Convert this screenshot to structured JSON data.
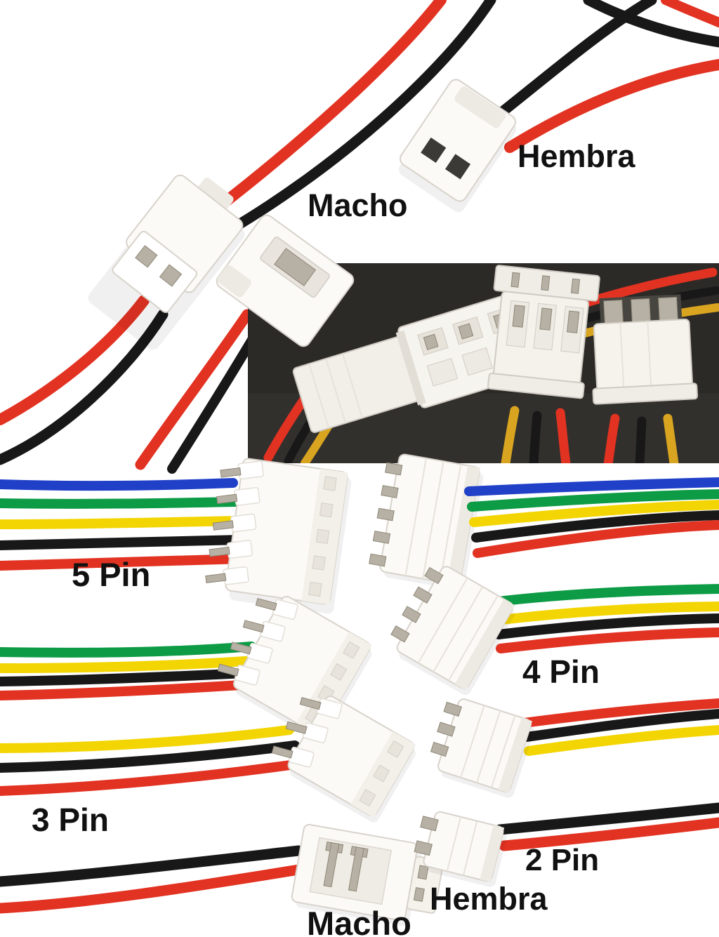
{
  "labels": {
    "top_hembra": "Hembra",
    "top_macho": "Macho",
    "pin5": "5 Pin",
    "pin4": "4 Pin",
    "pin3": "3 Pin",
    "pin2": "2 Pin",
    "bottom_hembra": "Hembra",
    "bottom_macho": "Macho"
  },
  "colors": {
    "background": "#ffffff",
    "label_text": "#111111",
    "wire_red": "#e23222",
    "wire_black": "#181818",
    "wire_blue": "#2040c8",
    "wire_green": "#0d9b45",
    "wire_yellow": "#f3d503",
    "wire_yellow_dark": "#d9a520",
    "connector_body": "#fbfaf7",
    "connector_edge": "#d8d3cb",
    "connector_shade": "#edeae3",
    "metal_pin": "#b7b1a5",
    "metal_dark": "#8e8677",
    "hole_dark": "#3c3a36",
    "inset_background": "#2c2a27"
  }
}
